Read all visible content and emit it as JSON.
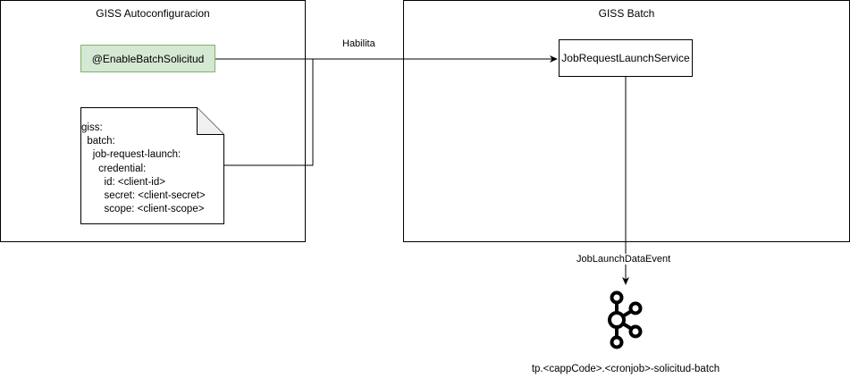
{
  "left_box": {
    "title": "GISS Autoconfiguracion"
  },
  "right_box": {
    "title": "GISS Batch"
  },
  "enable_annotation": {
    "label": "@EnableBatchSolicitud",
    "fill": "#d5e8d4",
    "stroke": "#82b366"
  },
  "config_note": {
    "lines": "giss:\n  batch:\n    job-request-launch:\n      credential:\n        id: <client-id>\n        secret: <client-secret>\n        scope: <client-scope>"
  },
  "service": {
    "label": "JobRequestLaunchService"
  },
  "edges": {
    "habilita_label": "Habilita",
    "event_label": "JobLaunchDataEvent"
  },
  "kafka_topic": {
    "icon": "kafka-icon",
    "label": "tp.<cappCode>.<cronjob>-solicitud-batch"
  }
}
